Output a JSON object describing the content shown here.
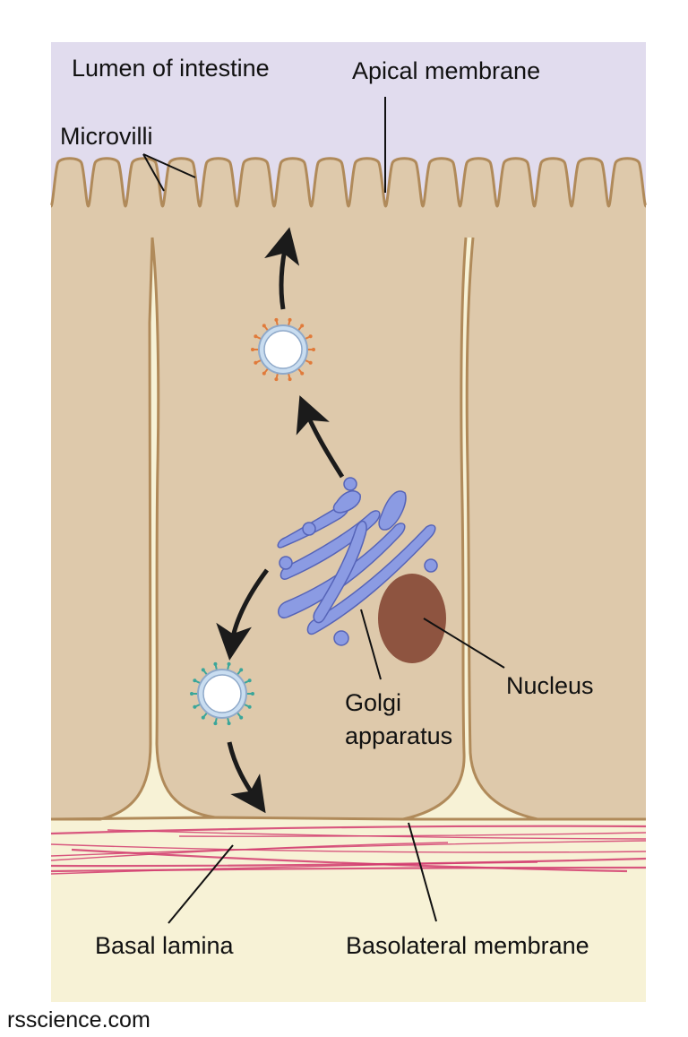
{
  "labels": {
    "lumen": "Lumen of intestine",
    "apical": "Apical membrane",
    "microvilli": "Microvilli",
    "nucleus": "Nucleus",
    "golgi_line1": "Golgi",
    "golgi_line2": "apparatus",
    "basal_lamina": "Basal lamina",
    "basolateral": "Basolateral membrane"
  },
  "credit": "rsscience.com",
  "colors": {
    "lumen": "#e1dcee",
    "cytoplasm": "#dec9ab",
    "membrane": "#b08a5a",
    "basal_region": "#f7f2d6",
    "fibers": "#d23c6e",
    "golgi": "#8b9be3",
    "golgi_outline": "#5664b8",
    "nucleus": "#8e5440",
    "arrows": "#1b1b1b"
  }
}
